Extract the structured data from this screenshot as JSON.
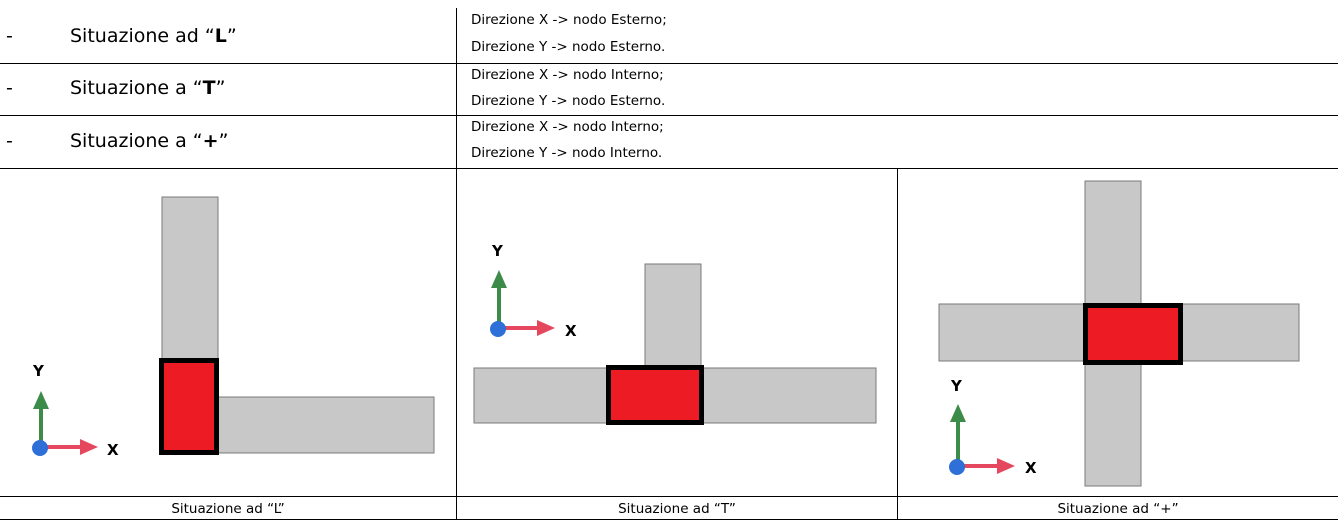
{
  "rows": [
    {
      "dash": "-",
      "prefix": "Situazione ad “",
      "shape": "L",
      "suffix": "”",
      "dir_x": "Direzione X -> nodo Esterno;",
      "dir_y": "Direzione Y -> nodo Esterno."
    },
    {
      "dash": "-",
      "prefix": "Situazione a “",
      "shape": "T",
      "suffix": "”",
      "dir_x": "Direzione X -> nodo Interno;",
      "dir_y": "Direzione Y -> nodo Esterno."
    },
    {
      "dash": "-",
      "prefix": "Situazione a “",
      "shape": "+",
      "suffix": "”",
      "dir_x": "Direzione X -> nodo Interno;",
      "dir_y": "Direzione Y -> nodo Interno."
    }
  ],
  "diagrams": [
    {
      "caption": "Situazione ad “L”",
      "axis_x": "X",
      "axis_y": "Y"
    },
    {
      "caption": "Situazione ad “T”",
      "axis_x": "X",
      "axis_y": "Y"
    },
    {
      "caption": "Situazione ad “+”",
      "axis_x": "X",
      "axis_y": "Y"
    }
  ],
  "colors": {
    "beam": "#c8c8c8",
    "beam_edge": "#7a7a7a",
    "node_fill": "#ed1c24",
    "node_border": "#000000",
    "axis_y": "#3d8b48",
    "axis_x": "#e5485e",
    "origin": "#2f6fd8"
  }
}
